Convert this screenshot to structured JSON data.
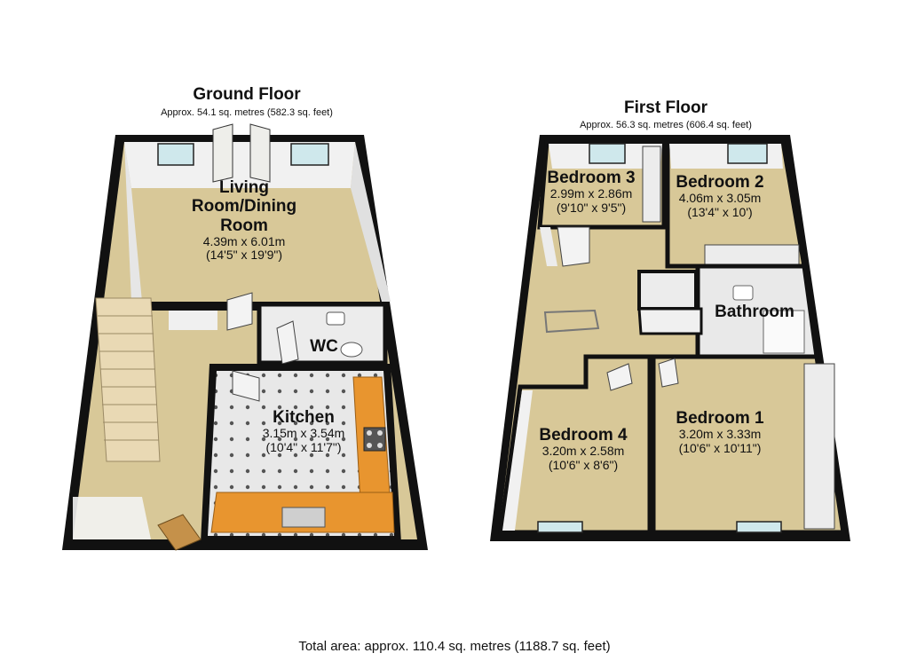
{
  "ground_floor": {
    "title": "Ground Floor",
    "area": "Approx. 54.1 sq. metres (582.3 sq. feet)",
    "rooms": [
      {
        "name": "Living Room/Dining Room",
        "name_lines": [
          "Living",
          "Room/Dining",
          "Room"
        ],
        "metric": "4.39m x 6.01m",
        "imperial": "(14'5\" x 19'9\")"
      },
      {
        "name": "WC"
      },
      {
        "name": "Kitchen",
        "metric": "3.15m x 3.54m",
        "imperial": "(10'4\" x 11'7\")"
      }
    ]
  },
  "first_floor": {
    "title": "First Floor",
    "area": "Approx. 56.3 sq. metres (606.4 sq. feet)",
    "rooms": [
      {
        "name": "Bedroom 3",
        "metric": "2.99m x 2.86m",
        "imperial": "(9'10\" x 9'5\")"
      },
      {
        "name": "Bedroom 2",
        "metric": "4.06m x 3.05m",
        "imperial": "(13'4\" x 10')"
      },
      {
        "name": "Bathroom"
      },
      {
        "name": "Bedroom 4",
        "metric": "3.20m x 2.58m",
        "imperial": "(10'6\" x 8'6\")"
      },
      {
        "name": "Bedroom 1",
        "metric": "3.20m x 3.33m",
        "imperial": "(10'6\" x 10'11\")"
      }
    ]
  },
  "total_area": "Total area: approx. 110.4 sq. metres (1188.7 sq. feet)",
  "colors": {
    "carpet": "#d8c898",
    "wall": "#111111",
    "wall_face": "#f2f2f2",
    "worktop": "#e8952f",
    "tile": "#e6e6e6",
    "window": "#cfe8ec",
    "door": "#eeeeea"
  }
}
